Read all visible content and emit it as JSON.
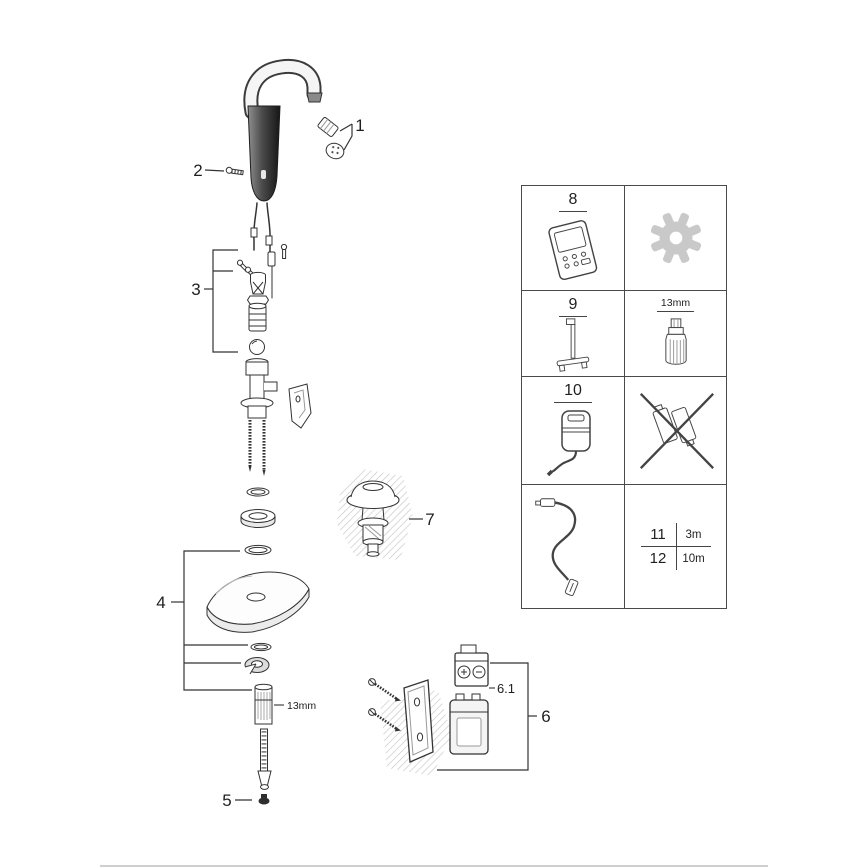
{
  "page": {
    "background": "#ffffff"
  },
  "colors": {
    "line": "#333333",
    "faucet_dark": "#2a2a2a",
    "gear_gray": "#c9c9c9",
    "hatch_gray": "#c6c6c6",
    "table_border": "#4a4a4a",
    "footer_divider": "#cfcfcf"
  },
  "callouts": {
    "p1": "1",
    "p2": "2",
    "p3": "3",
    "p4": "4",
    "p5": "5",
    "p6": "6",
    "p6_1": "6.1",
    "p7": "7",
    "tube_size": "13mm"
  },
  "table": {
    "cell_8_label": "8",
    "cell_9_label": "9",
    "cell_9b_label": "13mm",
    "cell_10_label": "10",
    "cable_options": [
      {
        "num": "11",
        "length": "3m"
      },
      {
        "num": "12",
        "length": "10m"
      }
    ]
  },
  "icons": {
    "row_8_left": "remote-control-icon",
    "row_8_right": "gear-icon",
    "row_9_left": "mounting-tool-icon",
    "row_9_right": "socket-wrench-icon",
    "row_10_left": "power-supply-icon",
    "row_10_right": "batteries-crossed-out-icon",
    "row_11_12_left": "extension-cable-icon"
  }
}
